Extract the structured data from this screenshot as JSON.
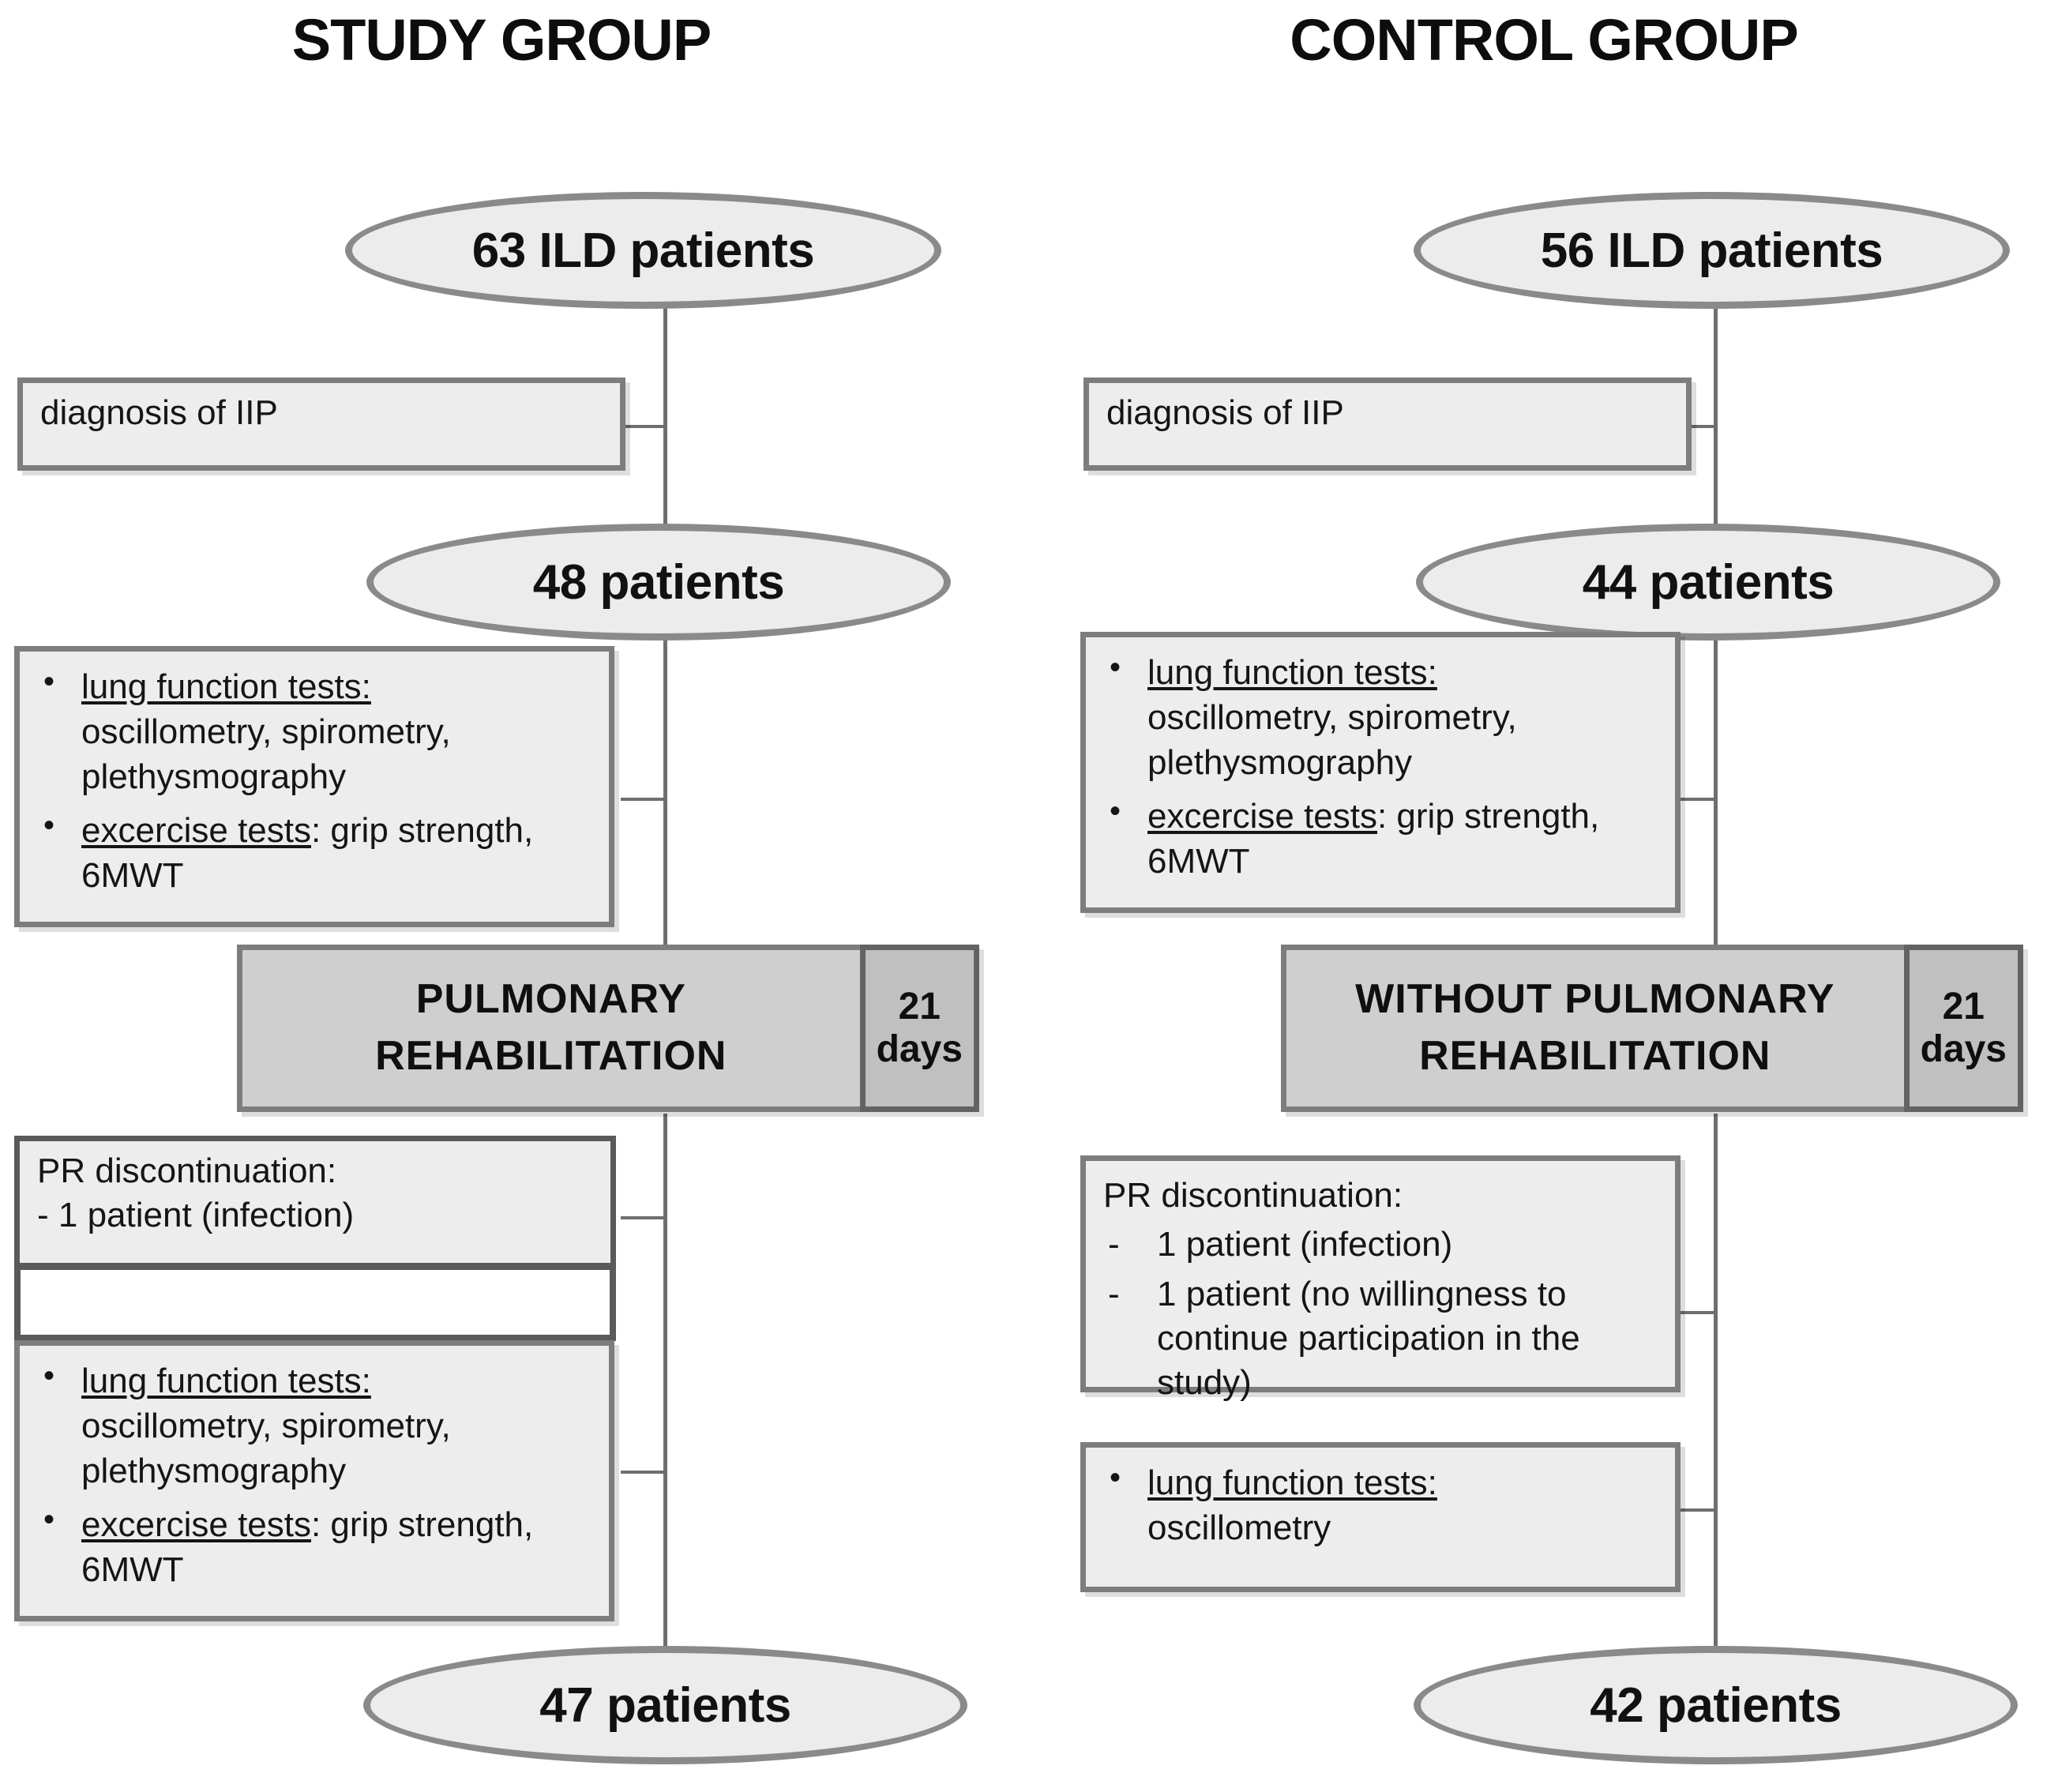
{
  "columns": {
    "study": {
      "title": "STUDY GROUP"
    },
    "control": {
      "title": "CONTROL GROUP"
    }
  },
  "study_group": {
    "enrolled_oval": "63 ILD patients",
    "inclusion_box": "diagnosis of IIP",
    "eligible_oval": "48 patients",
    "baseline_tests": {
      "item1_label": "lung function tests:",
      "item1_detail": "oscillometry, spirometry, plethysmography",
      "item2_label": "excercise tests",
      "item2_detail": ": grip strength, 6MWT"
    },
    "intervention": {
      "label_line1": "PULMONARY",
      "label_line2": "REHABILITATION",
      "duration_value": "21",
      "duration_unit": "days"
    },
    "discontinuation": {
      "heading": "PR discontinuation:",
      "line1": "- 1 patient (infection)"
    },
    "followup_tests": {
      "item1_label": "lung function tests:",
      "item1_detail": "oscillometry, spirometry, plethysmography",
      "item2_label": "excercise tests",
      "item2_detail": ": grip strength, 6MWT"
    },
    "final_oval": "47 patients"
  },
  "control_group": {
    "enrolled_oval": "56 ILD patients",
    "inclusion_box": "diagnosis of IIP",
    "eligible_oval": "44 patients",
    "baseline_tests": {
      "item1_label": "lung function tests:",
      "item1_detail": "oscillometry, spirometry, plethysmography",
      "item2_label": "excercise tests",
      "item2_detail": ": grip strength, 6MWT"
    },
    "intervention": {
      "label_line1": "WITHOUT PULMONARY",
      "label_line2": "REHABILITATION",
      "duration_value": "21",
      "duration_unit": "days"
    },
    "discontinuation": {
      "heading": "PR discontinuation:",
      "line1": "1 patient (infection)",
      "line2": "1 patient (no willingness to continue participation in the study)"
    },
    "followup_tests": {
      "item1_label": "lung function tests:",
      "item1_detail": "oscillometry"
    },
    "final_oval": "42 patients"
  },
  "colors": {
    "node_fill": "#ececec",
    "node_stroke": "#8a8a8a",
    "box_fill": "#ededed",
    "box_stroke": "#7d7d7d",
    "intervention_fill": "#cfcfcf",
    "duration_fill": "#c0c0c0",
    "connector": "#6e6e6e"
  }
}
